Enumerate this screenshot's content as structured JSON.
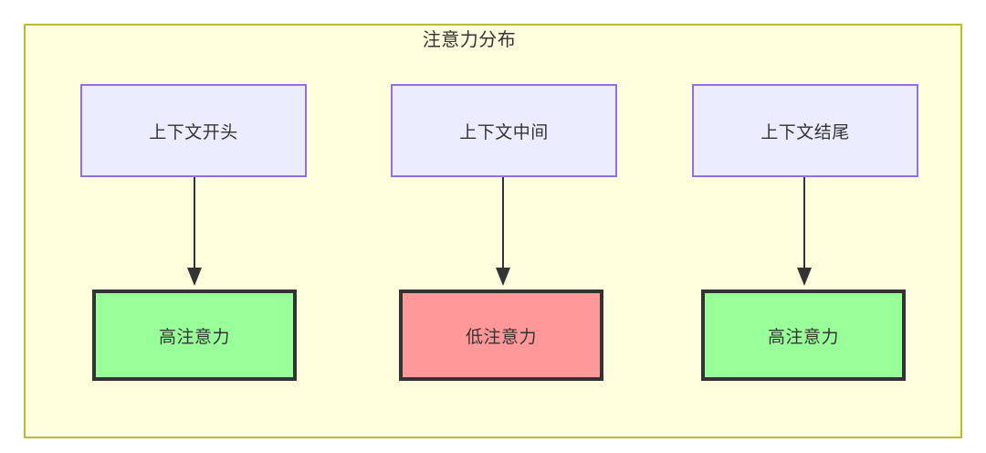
{
  "diagram": {
    "title": "注意力分布",
    "frame": {
      "fill": "#ffffdd",
      "stroke": "#bbbb33"
    },
    "context_nodes": [
      {
        "id": "ctx-start",
        "label": "上下文开头",
        "fill": "#ececff",
        "stroke": "#9370db"
      },
      {
        "id": "ctx-middle",
        "label": "上下文中间",
        "fill": "#ececff",
        "stroke": "#9370db"
      },
      {
        "id": "ctx-end",
        "label": "上下文结尾",
        "fill": "#ececff",
        "stroke": "#9370db"
      }
    ],
    "attention_nodes": [
      {
        "id": "attn-start",
        "label": "高注意力",
        "fill": "#99ff99",
        "stroke": "#333333"
      },
      {
        "id": "attn-middle",
        "label": "低注意力",
        "fill": "#ff9999",
        "stroke": "#333333"
      },
      {
        "id": "attn-end",
        "label": "高注意力",
        "fill": "#99ff99",
        "stroke": "#333333"
      }
    ],
    "edges": [
      {
        "from": "ctx-start",
        "to": "attn-start",
        "label": ""
      },
      {
        "from": "ctx-middle",
        "to": "attn-middle",
        "label": ""
      },
      {
        "from": "ctx-end",
        "to": "attn-end",
        "label": ""
      }
    ]
  }
}
